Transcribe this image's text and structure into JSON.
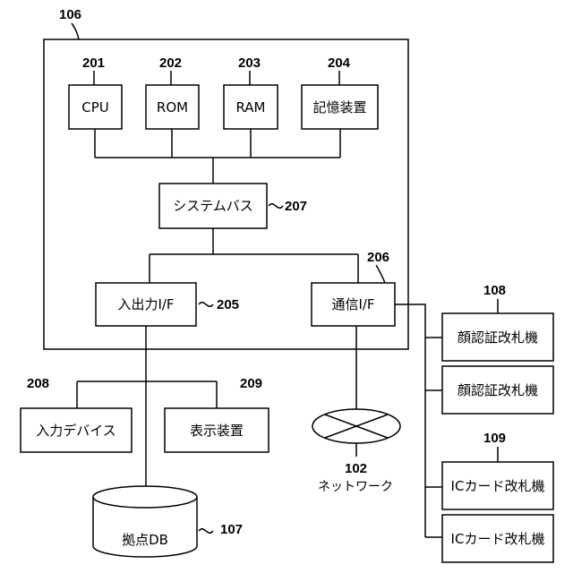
{
  "system": {
    "ref": "106"
  },
  "components": {
    "cpu": {
      "ref": "201",
      "label": "CPU"
    },
    "rom": {
      "ref": "202",
      "label": "ROM"
    },
    "ram": {
      "ref": "203",
      "label": "RAM"
    },
    "storage": {
      "ref": "204",
      "label": "記憶装置"
    },
    "io_if": {
      "ref": "205",
      "label": "入出力I/F"
    },
    "comm_if": {
      "ref": "206",
      "label": "通信I/F"
    },
    "system_bus": {
      "ref": "207",
      "label": "システムバス"
    }
  },
  "peripherals": {
    "input_device": {
      "ref": "208",
      "label": "入力デバイス"
    },
    "display_device": {
      "ref": "209",
      "label": "表示装置"
    },
    "database": {
      "ref": "107",
      "label": "拠点DB"
    },
    "network": {
      "ref": "102",
      "label": "ネットワーク"
    }
  },
  "gates": {
    "face_group_ref": "108",
    "face_gate_1": "顔認証改札機",
    "face_gate_2": "顔認証改札機",
    "ic_group_ref": "109",
    "ic_gate_1": "ICカード改札機",
    "ic_gate_2": "ICカード改札機"
  }
}
